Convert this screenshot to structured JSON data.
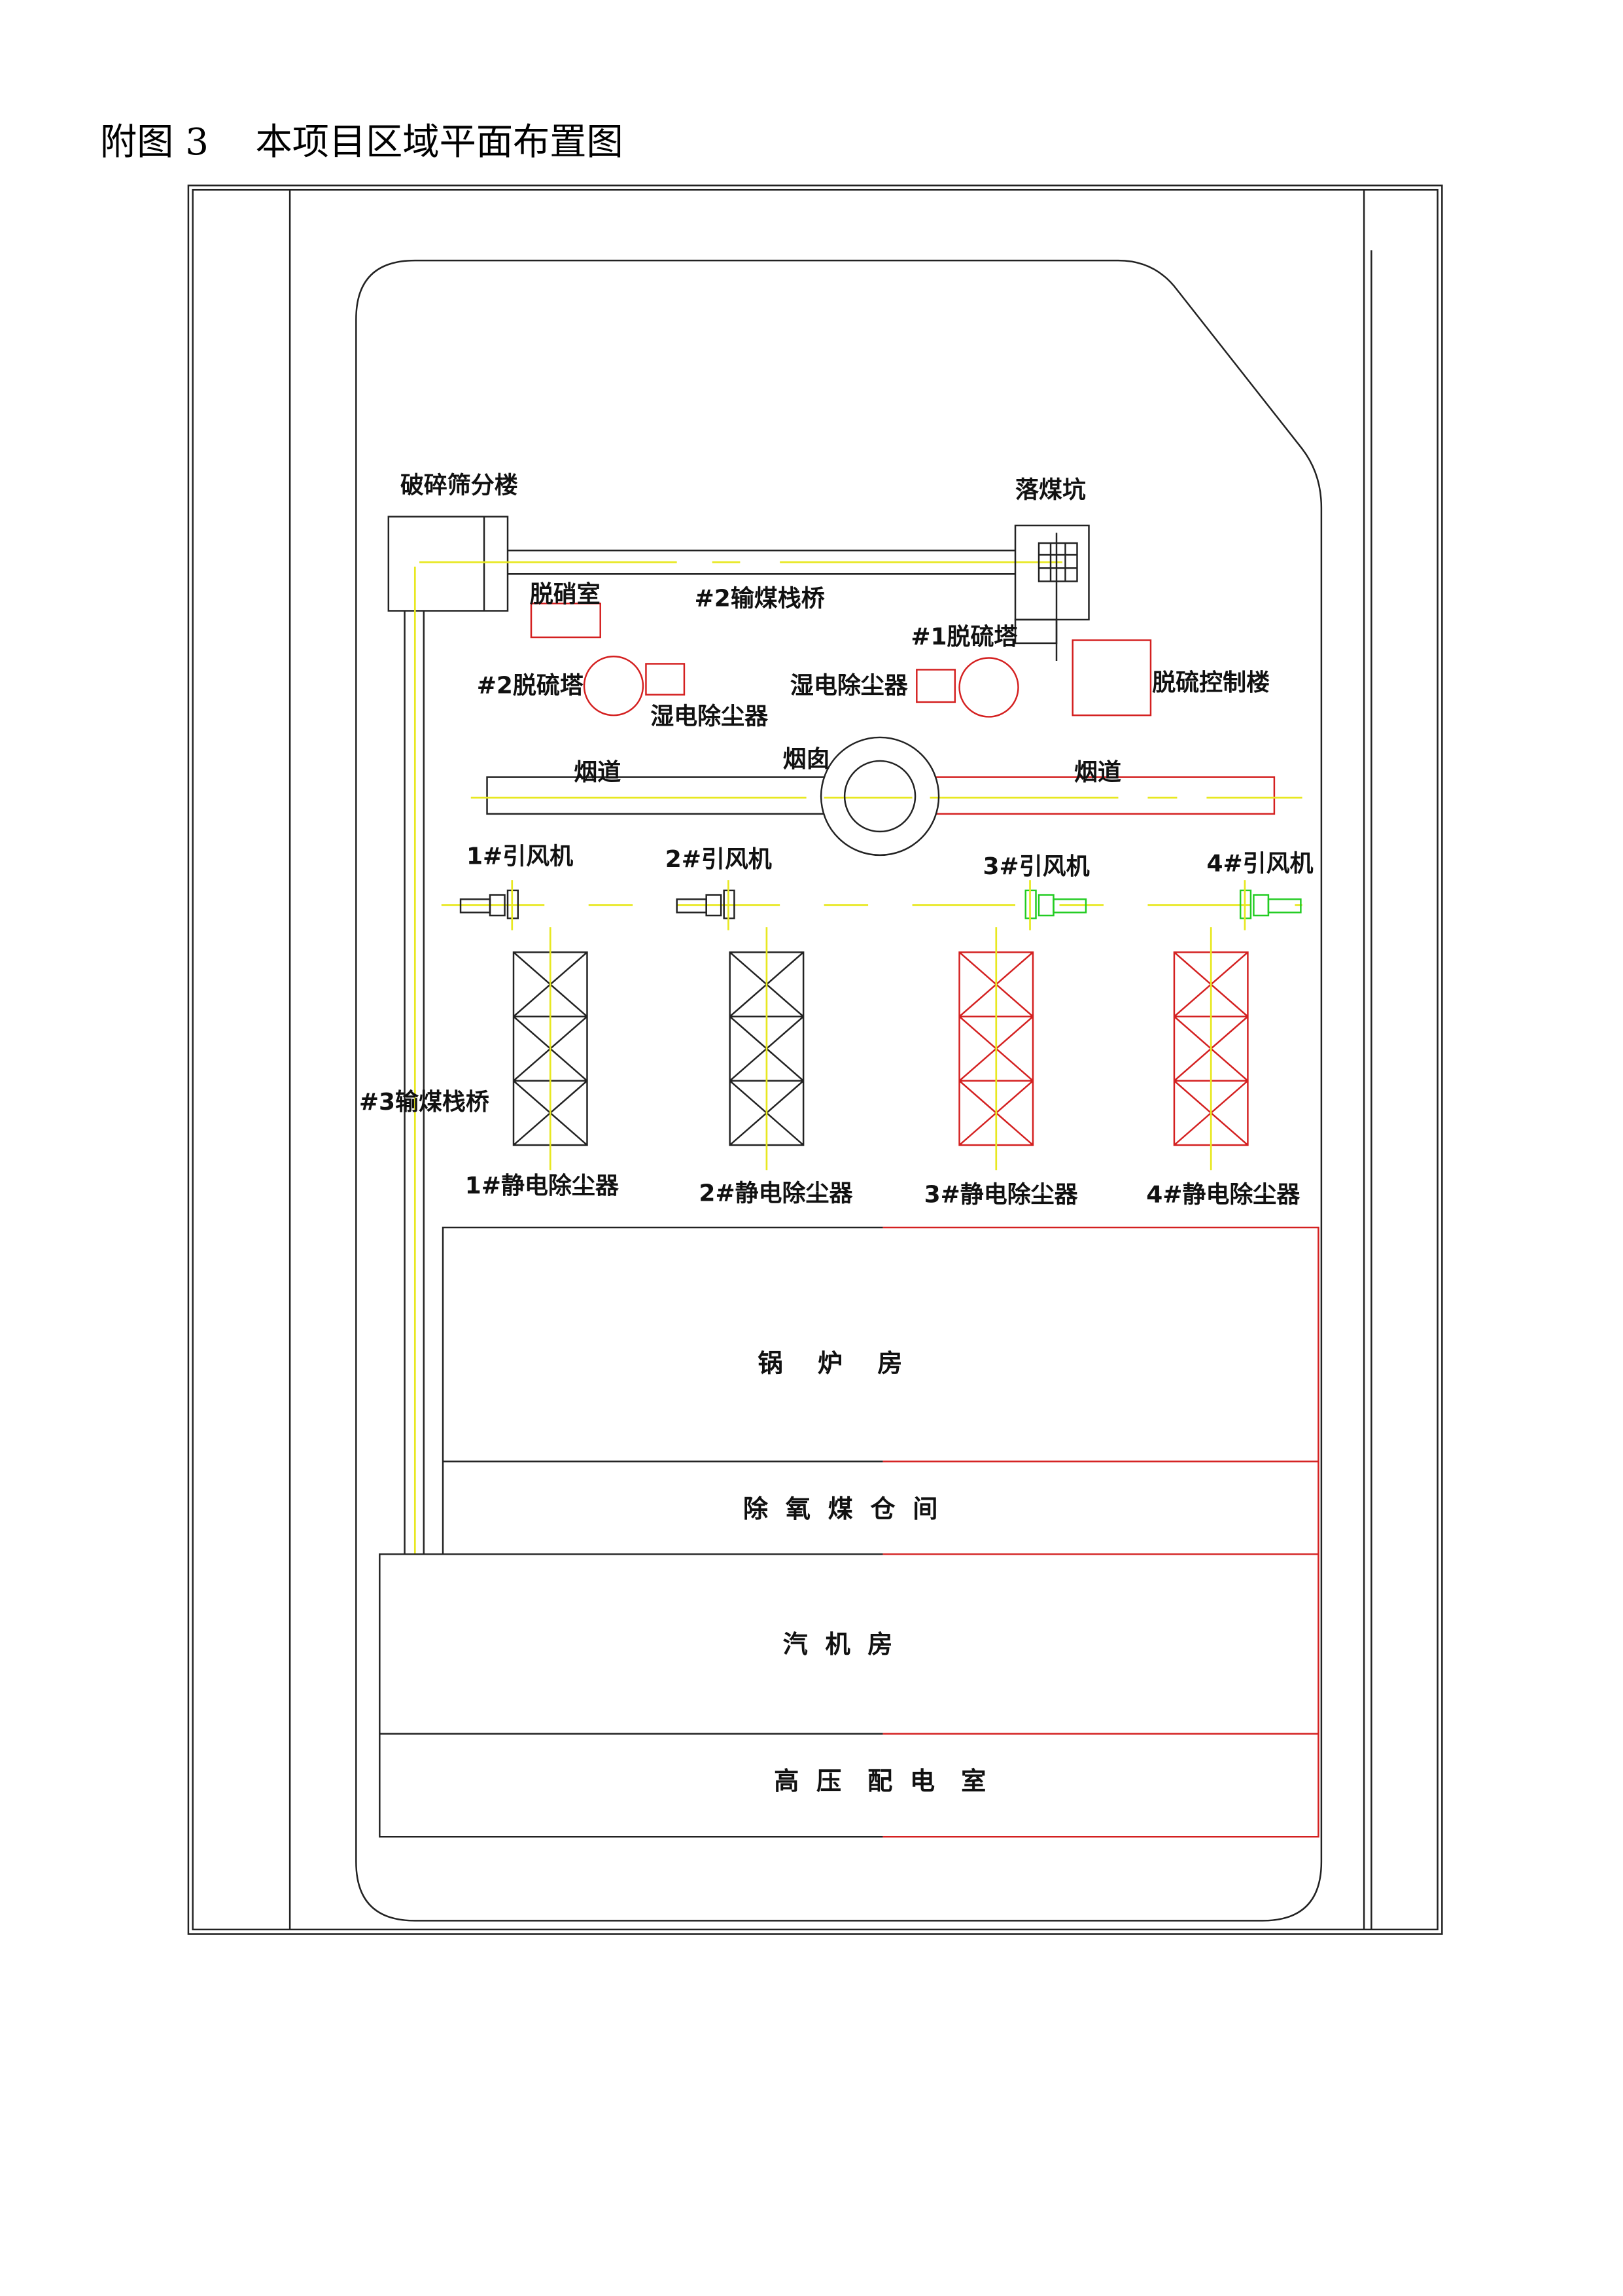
{
  "title": "附图 3    本项目区域平面布置图",
  "colors": {
    "existing": "#222222",
    "new": "#d42020",
    "fan_new": "#22cc22",
    "centerline": "#e8e820"
  },
  "labels": {
    "crusher": "破碎筛分楼",
    "coal_pit": "落煤坑",
    "denitration": "脱硝室",
    "bridge2": "#2输煤栈桥",
    "desulf1": "#1脱硫塔",
    "desulf2": "#2脱硫塔",
    "wesp_left": "湿电除尘器",
    "wesp_right": "湿电除尘器",
    "desulf_control": "脱硫控制楼",
    "flue_left": "烟道",
    "chimney": "烟囱",
    "flue_right": "烟道",
    "bridge3": "#3输煤栈桥",
    "fans": [
      "1#引风机",
      "2#引风机",
      "3#引风机",
      "4#引风机"
    ],
    "esps": [
      "1#静电除尘器",
      "2#静电除尘器",
      "3#静电除尘器",
      "4#静电除尘器"
    ],
    "boiler_room": "锅    炉    房",
    "deaerator_bay": "除  氧  煤  仓  间",
    "turbine_room": "汽  机  房",
    "hv_room": "高  压   配  电   室"
  }
}
